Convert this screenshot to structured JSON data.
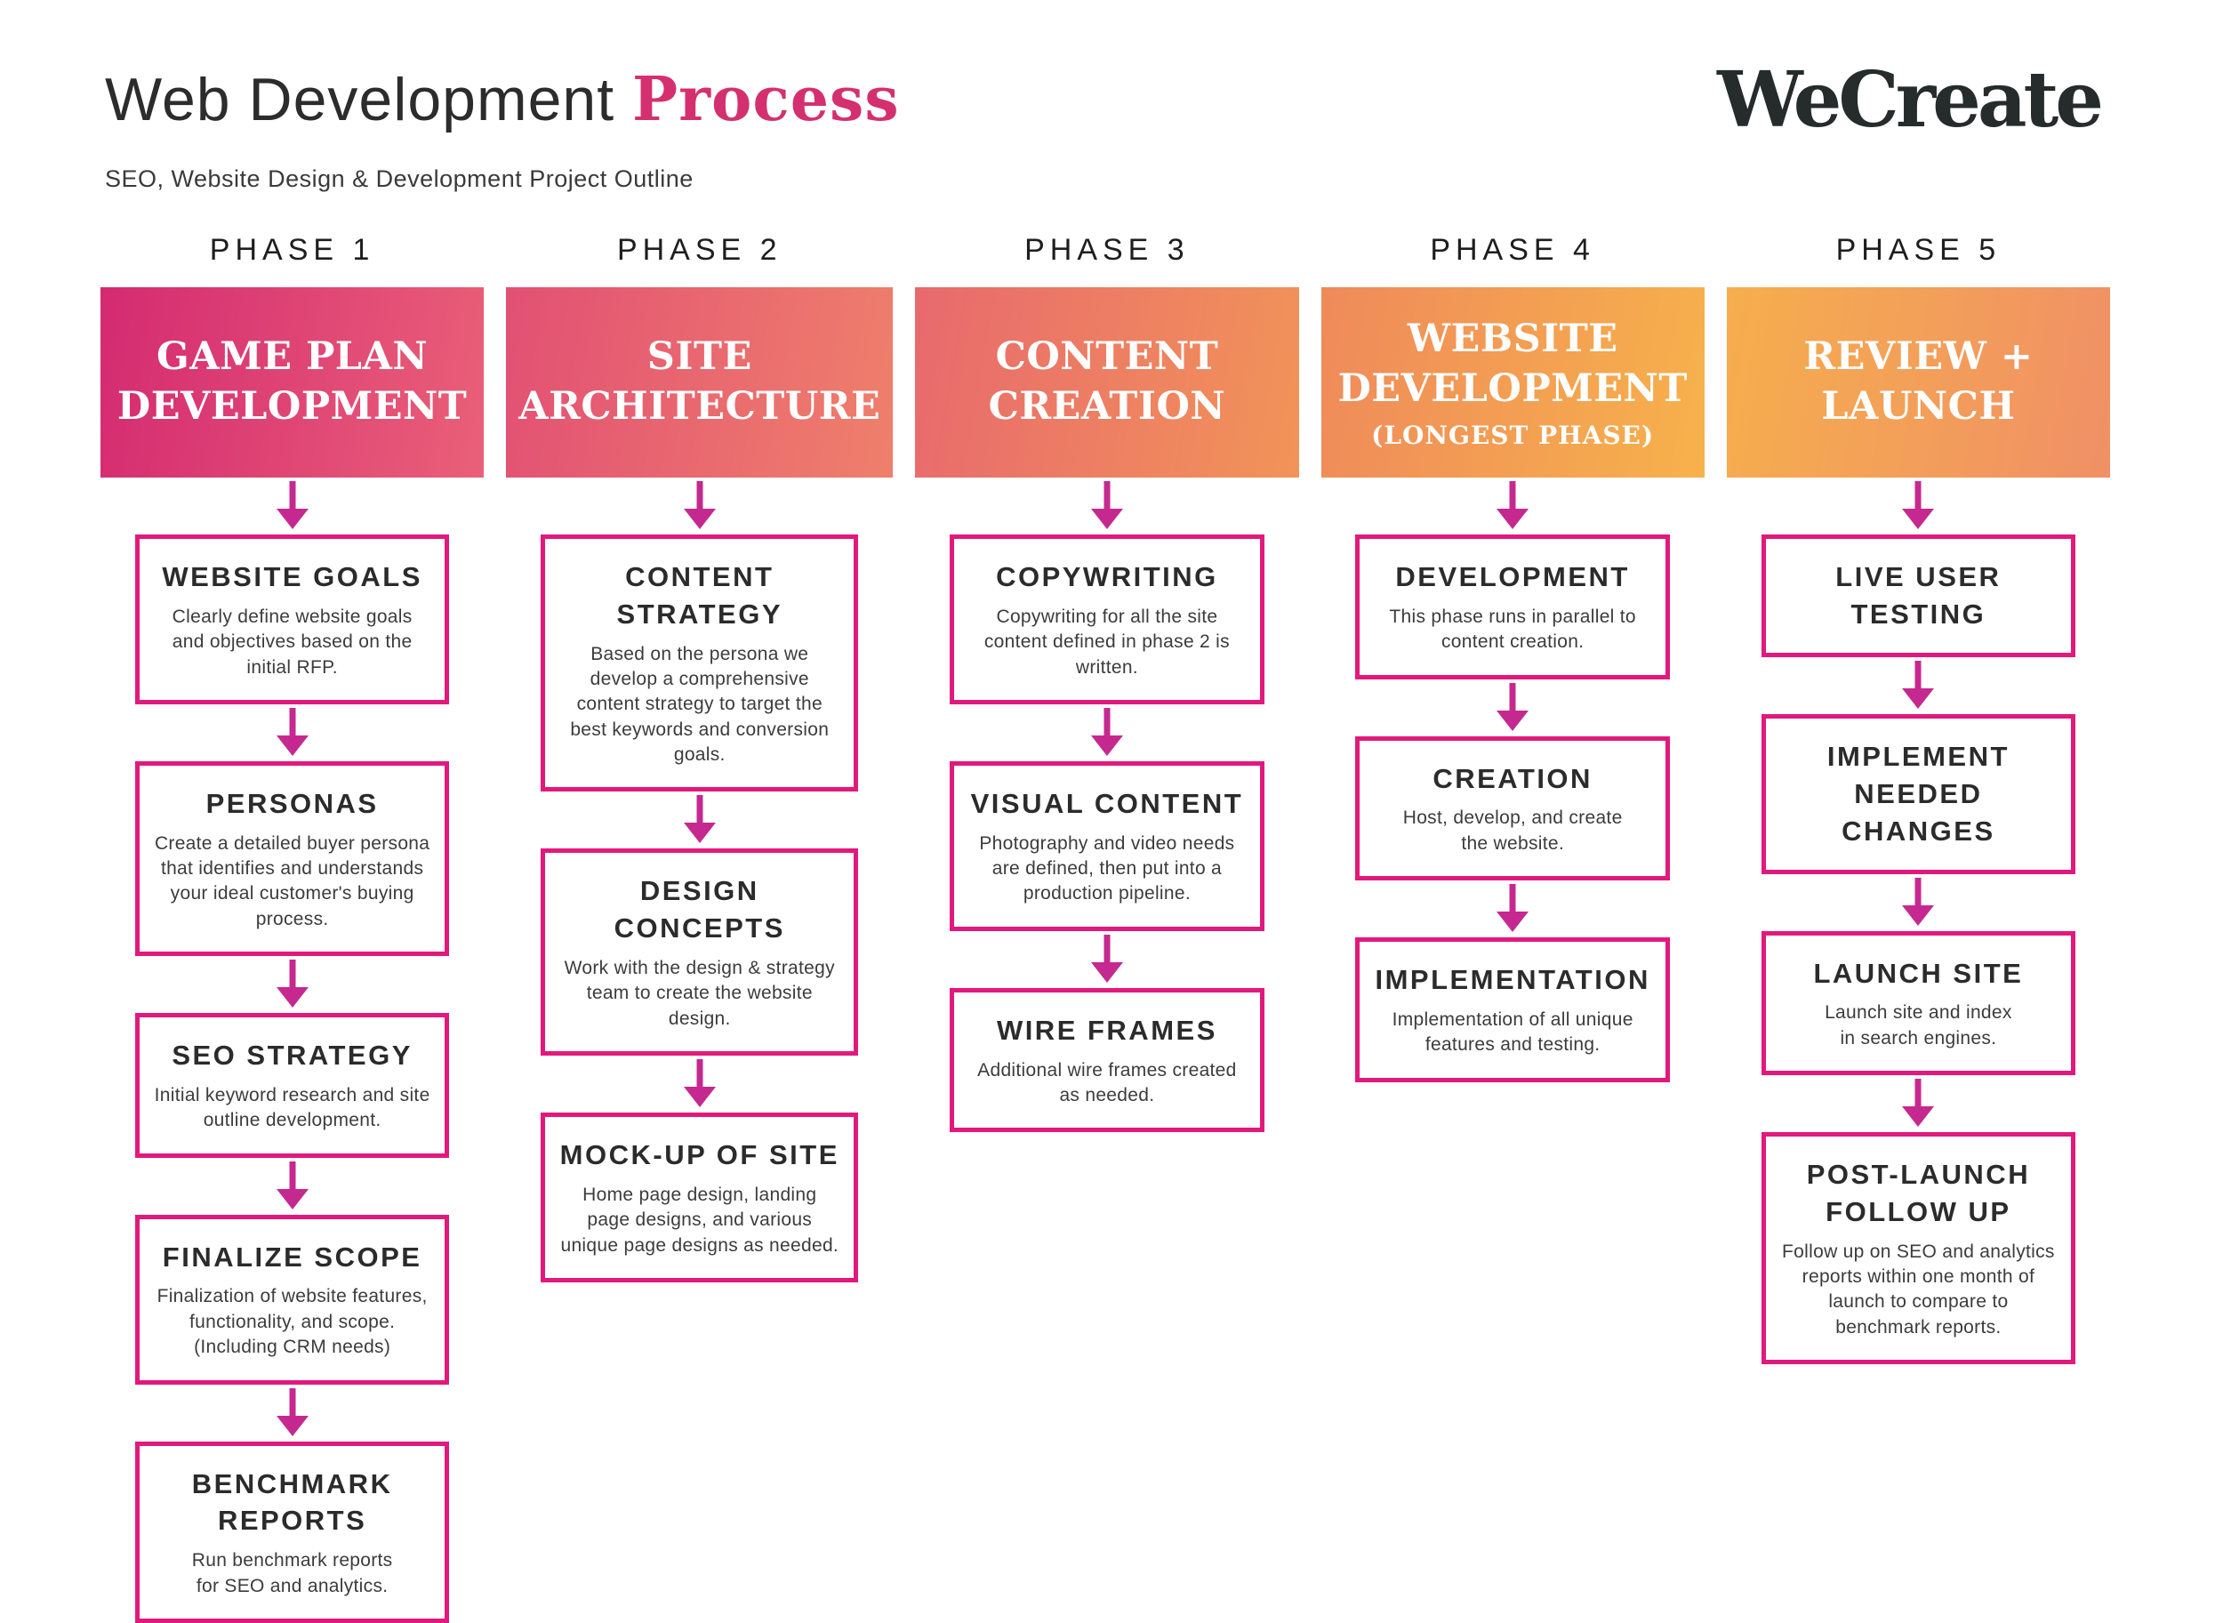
{
  "header": {
    "title_primary": "Web Development ",
    "title_accent": "Process",
    "subtitle": "SEO, Website Design & Development Project Outline",
    "logo_text": "WeCreate"
  },
  "colors": {
    "accent_pink": "#d4306f",
    "box_border": "#e2197d",
    "arrow": "#c52990",
    "title_text": "#2b2b2b",
    "desc_text": "#3c3c3c"
  },
  "phases": [
    {
      "label": "PHASE 1",
      "name": "GAME PLAN DEVELOPMENT",
      "subname": "",
      "gradient_from": "#d42a71",
      "gradient_to": "#ea6078",
      "steps": [
        {
          "title": "WEBSITE GOALS",
          "desc": "Clearly define website goals and objectives based on the initial RFP."
        },
        {
          "title": "PERSONAS",
          "desc": "Create a detailed buyer persona that identifies and understands your ideal customer's buying process."
        },
        {
          "title": "SEO STRATEGY",
          "desc": "Initial keyword research and site outline development."
        },
        {
          "title": "FINALIZE SCOPE",
          "desc": "Finalization of website features, functionality, and scope.\n(Including CRM needs)"
        },
        {
          "title": "BENCHMARK REPORTS",
          "desc": "Run benchmark reports\nfor SEO and analytics."
        }
      ]
    },
    {
      "label": "PHASE 2",
      "name": "SITE ARCHITECTURE",
      "subname": "",
      "gradient_from": "#e25074",
      "gradient_to": "#ef806b",
      "steps": [
        {
          "title": "CONTENT STRATEGY",
          "desc": "Based on the persona we develop a comprehensive content strategy to target the best keywords and conversion goals."
        },
        {
          "title": "DESIGN CONCEPTS",
          "desc": "Work with the design & strategy team to create the website design."
        },
        {
          "title": "MOCK-UP OF SITE",
          "desc": "Home page design, landing page designs, and various unique page designs as needed."
        }
      ]
    },
    {
      "label": "PHASE 3",
      "name": "CONTENT CREATION",
      "subname": "",
      "gradient_from": "#e8696e",
      "gradient_to": "#f29458",
      "steps": [
        {
          "title": "COPYWRITING",
          "desc": "Copywriting for all the site content defined in phase 2 is written."
        },
        {
          "title": "VISUAL CONTENT",
          "desc": "Photography and video needs are defined, then put into a production pipeline."
        },
        {
          "title": "WIRE FRAMES",
          "desc": "Additional wire frames created as needed."
        }
      ]
    },
    {
      "label": "PHASE 4",
      "name": "WEBSITE DEVELOPMENT",
      "subname": "(LONGEST PHASE)",
      "gradient_from": "#ef8a5b",
      "gradient_to": "#f7b24b",
      "steps": [
        {
          "title": "DEVELOPMENT",
          "desc": "This phase runs in parallel to content creation."
        },
        {
          "title": "CREATION",
          "desc": "Host, develop, and create\nthe website."
        },
        {
          "title": "IMPLEMENTATION",
          "desc": "Implementation of all unique features and testing."
        }
      ]
    },
    {
      "label": "PHASE 5",
      "name": "REVIEW + LAUNCH",
      "subname": "",
      "gradient_from": "#f6ae4d",
      "gradient_to": "#f09066",
      "steps": [
        {
          "title": "LIVE USER TESTING",
          "desc": ""
        },
        {
          "title": "IMPLEMENT NEEDED CHANGES",
          "desc": ""
        },
        {
          "title": "LAUNCH SITE",
          "desc": "Launch site and index\nin search engines."
        },
        {
          "title": "POST-LAUNCH FOLLOW UP",
          "desc": "Follow up on SEO and analytics reports within one month of launch to compare to benchmark reports."
        }
      ]
    }
  ]
}
